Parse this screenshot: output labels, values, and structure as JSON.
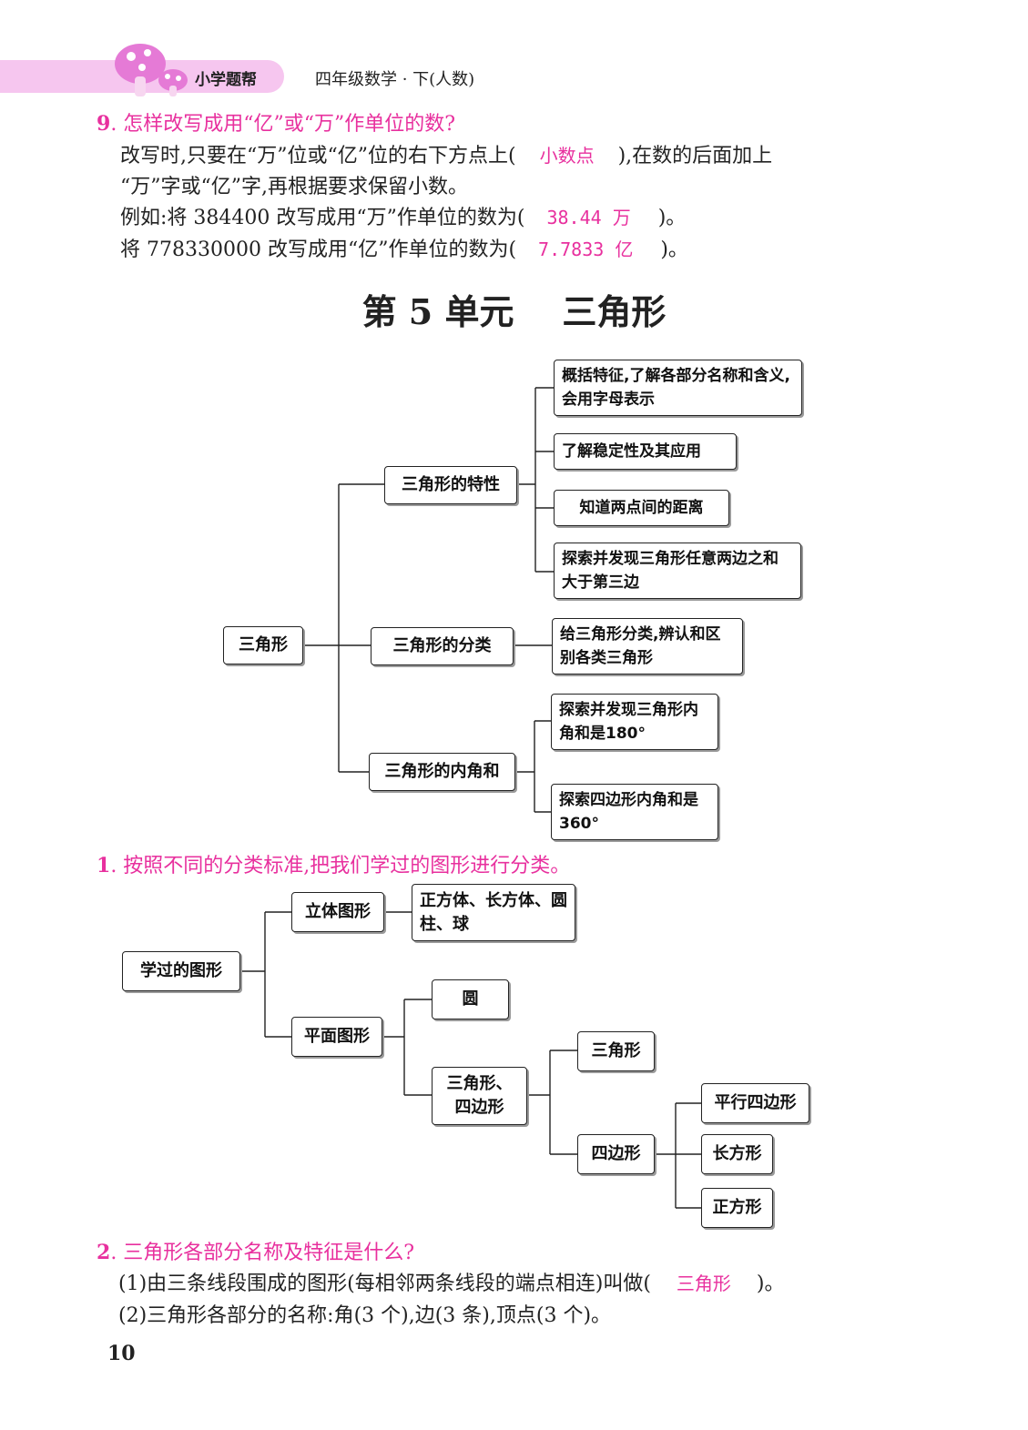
{
  "header": {
    "app_name": "小学题帮",
    "subject": "四年级数学 · 下(人数)"
  },
  "q9": {
    "number": "9",
    "title": ". 怎样改写成用“亿”或“万”作单位的数?",
    "line1_a": "改写时,只要在“万”位或“亿”位的右下方点上(",
    "line1_answer": "小数点",
    "line1_b": "),在数的后面加上",
    "line2": "“万”字或“亿”字,再根据要求保留小数。",
    "line3_a": "例如:将 384400 改写成用“万”作单位的数为(",
    "line3_answer": "38.44 万",
    "line3_b": ")。",
    "line4_a": "将 778330000 改写成用“亿”作单位的数为(",
    "line4_answer": "7.7833 亿",
    "line4_b": ")。"
  },
  "unit_title": "第 5 单元    三角形",
  "mindmap": {
    "root": "三角形",
    "branch_traits": "三角形的特性",
    "trait_1": "概括特征,了解各部分名称和含义,会用字母表示",
    "trait_2": "了解稳定性及其应用",
    "trait_3": "知道两点间的距离",
    "trait_4": "探索并发现三角形任意两边之和大于第三边",
    "branch_classify": "三角形的分类",
    "classify_1": "给三角形分类,辨认和区别各类三角形",
    "branch_angles": "三角形的内角和",
    "angles_1": "探索并发现三角形内角和是180°",
    "angles_2": "探索四边形内角和是360°"
  },
  "q1": {
    "number": "1",
    "title": ". 按照不同的分类标准,把我们学过的图形进行分类。"
  },
  "shapes_tree": {
    "root": "学过的图形",
    "solid": "立体图形",
    "solid_items": "正方体、长方体、圆柱、球",
    "plane": "平面图形",
    "circle": "圆",
    "tri_quad": "三角形、四边形",
    "triangle": "三角形",
    "quad": "四边形",
    "parallelogram": "平行四边形",
    "rectangle": "长方形",
    "square": "正方形"
  },
  "q2": {
    "number": "2",
    "title": ". 三角形各部分名称及特征是什么?",
    "line1_a": "(1)由三条线段围成的图形(每相邻两条线段的端点相连)叫做(",
    "line1_answer": "三角形",
    "line1_b": ")。",
    "line2": "(2)三角形各部分的名称:角(3 个),边(3 条),顶点(3 个)。"
  },
  "page_number": "10",
  "colors": {
    "accent": "#e8309e",
    "header_band": "#f6c6ef",
    "mushroom": "#e57ad6"
  }
}
